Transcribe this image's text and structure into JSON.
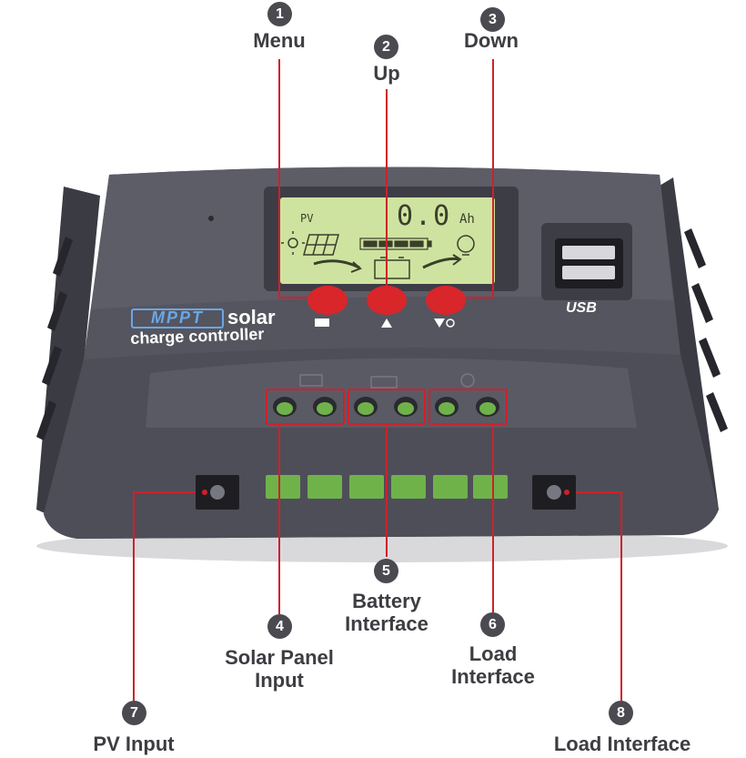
{
  "callouts": [
    {
      "number": "1",
      "label": "Menu"
    },
    {
      "number": "2",
      "label": "Up"
    },
    {
      "number": "3",
      "label": "Down"
    },
    {
      "number": "4",
      "label": "Solar Panel\nInput"
    },
    {
      "number": "5",
      "label": "Battery\nInterface"
    },
    {
      "number": "6",
      "label": "Load\nInterface"
    },
    {
      "number": "7",
      "label": "PV Input"
    },
    {
      "number": "8",
      "label": "Load Interface"
    }
  ],
  "device": {
    "brand_badge": "MPPT",
    "brand_word": "solar",
    "brand_sub": "charge controller",
    "usb_label": "USB",
    "lcd": {
      "pv_label": "PV",
      "reading": "0.0",
      "unit": "Ah"
    }
  },
  "colors": {
    "body": "#55555f",
    "lcd": "#cfe3a0",
    "button": "#d8262b",
    "terminal": "#6fb24a",
    "callout_line": "#d0202a",
    "badge": "#4a4a50"
  }
}
